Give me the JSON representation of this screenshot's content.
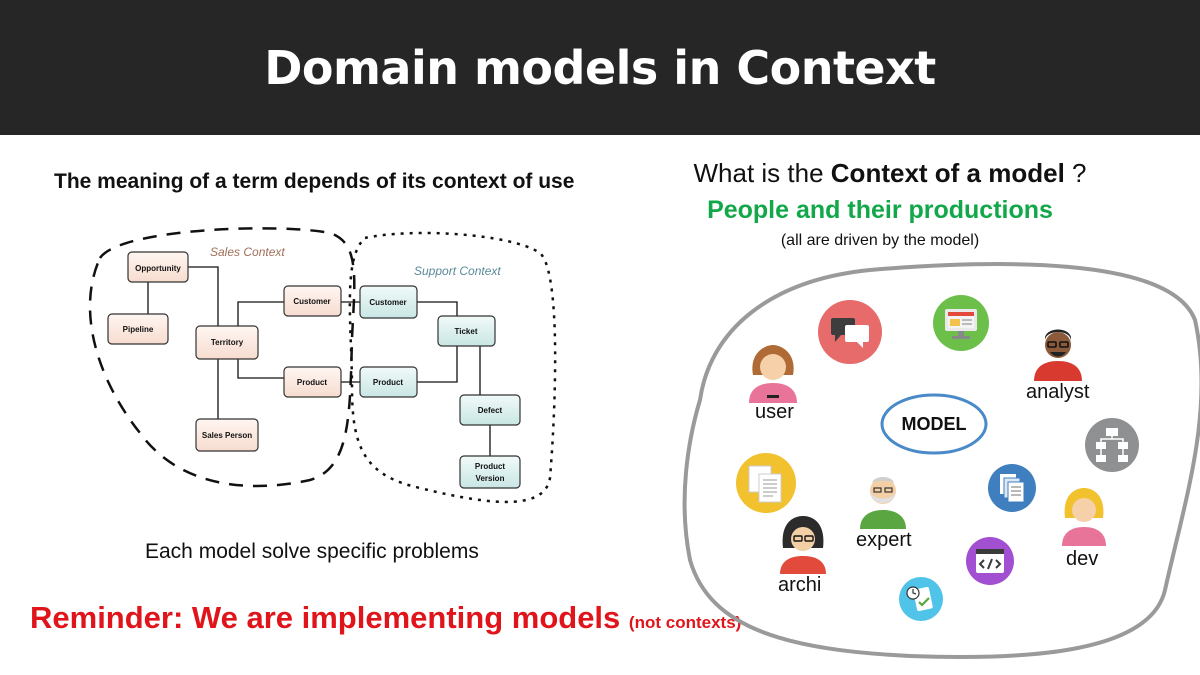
{
  "title": "Domain models in Context",
  "left": {
    "heading": "The meaning of a term depends of its context of use",
    "caption": "Each model solve specific problems",
    "diagram": {
      "sales_context": "Sales Context",
      "support_context": "Support Context",
      "sales_nodes": [
        "Opportunity",
        "Pipeline",
        "Territory",
        "Customer",
        "Product",
        "Sales Person"
      ],
      "support_nodes": [
        "Customer",
        "Ticket",
        "Product",
        "Defect",
        "Product",
        "Version"
      ]
    }
  },
  "reminder": {
    "main": "Reminder: We are implementing models",
    "small": "(not contexts)"
  },
  "right": {
    "question_prefix": "What is the ",
    "question_bold": "Context of a model",
    "question_suffix": " ?",
    "people": "People and their productions",
    "driven": "(all are driven by the model)",
    "model": "MODEL",
    "roles": {
      "user": "user",
      "analyst": "analyst",
      "expert": "expert",
      "dev": "dev",
      "archi": "archi"
    }
  },
  "colors": {
    "header_bg": "#262626",
    "reminder": "#e0151b",
    "people": "#12a84a",
    "sales_node_fill": "#fbe9e2",
    "support_node_fill": "#dff0ef",
    "model_outline": "#4a8ac8"
  },
  "icons": [
    "chat-icon",
    "monitor-icon",
    "flowchart-icon",
    "documents-icon",
    "files-icon",
    "code-icon",
    "tasks-icon"
  ]
}
